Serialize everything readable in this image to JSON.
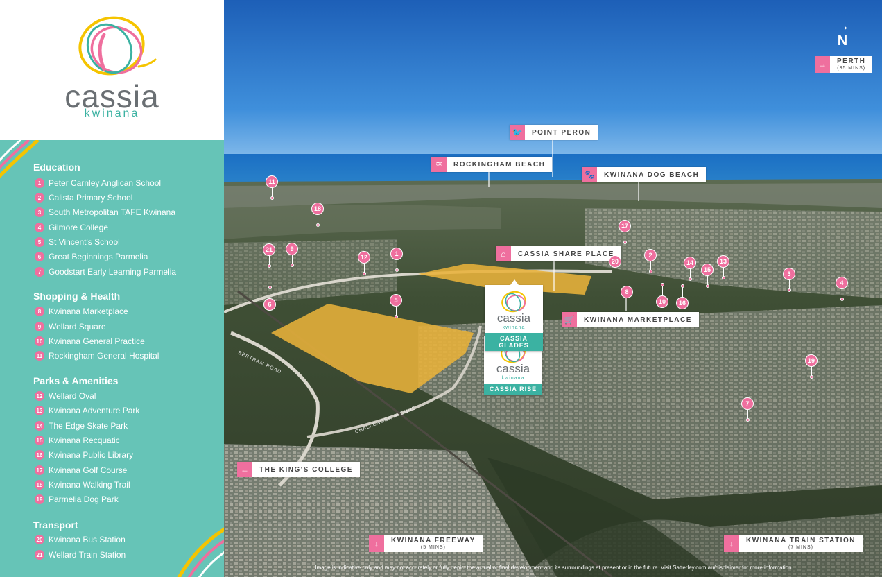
{
  "logo": {
    "name": "cassia",
    "suburb": "kwinana"
  },
  "legend": {
    "sections": [
      {
        "title": "Education",
        "items": [
          {
            "num": "1",
            "label": "Peter Carnley Anglican School"
          },
          {
            "num": "2",
            "label": "Calista Primary School"
          },
          {
            "num": "3",
            "label": "South Metropolitan TAFE Kwinana"
          },
          {
            "num": "4",
            "label": "Gilmore College"
          },
          {
            "num": "5",
            "label": "St Vincent's School"
          },
          {
            "num": "6",
            "label": "Great Beginnings Parmelia"
          },
          {
            "num": "7",
            "label": "Goodstart Early Learning Parmelia"
          }
        ]
      },
      {
        "title": "Shopping & Health",
        "items": [
          {
            "num": "8",
            "label": "Kwinana Marketplace"
          },
          {
            "num": "9",
            "label": "Wellard Square"
          },
          {
            "num": "10",
            "label": "Kwinana General Practice"
          },
          {
            "num": "11",
            "label": "Rockingham General Hospital"
          }
        ]
      },
      {
        "title": "Parks & Amenities",
        "items": [
          {
            "num": "12",
            "label": "Wellard Oval"
          },
          {
            "num": "13",
            "label": "Kwinana Adventure Park"
          },
          {
            "num": "14",
            "label": "The Edge Skate Park"
          },
          {
            "num": "15",
            "label": "Kwinana Recquatic"
          },
          {
            "num": "16",
            "label": "Kwinana Public Library"
          },
          {
            "num": "17",
            "label": "Kwinana Golf Course"
          },
          {
            "num": "18",
            "label": "Kwinana Walking Trail"
          },
          {
            "num": "19",
            "label": "Parmelia Dog Park"
          }
        ]
      },
      {
        "title": "Transport",
        "items": [
          {
            "num": "20",
            "label": "Kwinana Bus Station"
          },
          {
            "num": "21",
            "label": "Wellard Train Station"
          }
        ]
      }
    ]
  },
  "map": {
    "north": {
      "letter": "N"
    },
    "labels": {
      "point_peron": "POINT PERON",
      "rockingham_beach": "ROCKINGHAM BEACH",
      "kwinana_dog_beach": "KWINANA DOG BEACH",
      "cassia_share_place": "CASSIA SHARE PLACE",
      "kwinana_marketplace": "KWINANA MARKETPLACE",
      "kings_college": "THE KING'S COLLEGE"
    },
    "directions": {
      "perth": {
        "title": "PERTH",
        "sub": "(35 MINS)"
      },
      "freeway": {
        "title": "KWINANA FREEWAY",
        "sub": "(5 MINS)"
      },
      "train": {
        "title": "KWINANA TRAIN STATION",
        "sub": "(7 MINS)"
      }
    },
    "developments": {
      "rise": {
        "name": "cassia",
        "small": "kwinana",
        "caption": "CASSIA RISE"
      },
      "glades": {
        "name": "cassia",
        "small": "kwinana",
        "caption": "CASSIA GLADES"
      }
    },
    "roads": {
      "bertram": "BERTRAM ROAD",
      "challenger": "CHALLENGER AVENUE"
    },
    "pins": [
      "1",
      "2",
      "3",
      "4",
      "5",
      "6",
      "7",
      "8",
      "9",
      "10",
      "11",
      "12",
      "13",
      "14",
      "15",
      "16",
      "17",
      "18",
      "19",
      "20",
      "21"
    ],
    "disclaimer": "Image is indicative only and may not accurately or fully depict the actual or final development and its surroundings at present or in the future. Visit Satterley.com.au/disclaimer for more information",
    "colors": {
      "pink": "#ef6f9e",
      "teal": "#66c4b7",
      "gold": "#e8b23a"
    }
  }
}
